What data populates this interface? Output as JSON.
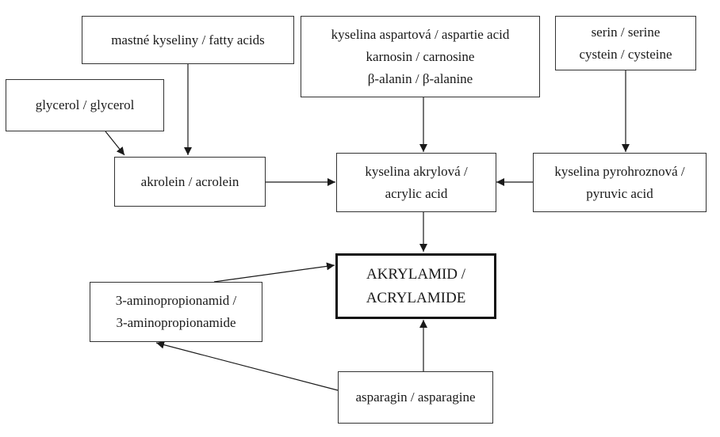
{
  "nodes": {
    "fatty_acids": {
      "lines": [
        "mastné kyseliny / fatty acids"
      ]
    },
    "aspartic": {
      "lines": [
        "kyselina aspartová / aspartie acid",
        "karnosin / carnosine",
        "β-alanin / β-alanine"
      ]
    },
    "serine": {
      "lines": [
        "serin / serine",
        "cystein / cysteine"
      ]
    },
    "glycerol": {
      "lines": [
        "glycerol / glycerol"
      ]
    },
    "acrolein": {
      "lines": [
        "akrolein / acrolein"
      ]
    },
    "acrylic": {
      "lines": [
        "kyselina akrylová /",
        "acrylic acid"
      ]
    },
    "pyruvic": {
      "lines": [
        "kyselina pyrohroznová /",
        "pyruvic acid"
      ]
    },
    "acrylamide": {
      "lines": [
        "AKRYLAMID /",
        "ACRYLAMIDE"
      ]
    },
    "aminoprop": {
      "lines": [
        "3-aminopropionamid /",
        "3-aminopropionamide"
      ]
    },
    "asparagine": {
      "lines": [
        "asparagin / asparagine"
      ]
    }
  },
  "edges": [
    {
      "from": "fatty_acids",
      "to": "acrolein"
    },
    {
      "from": "glycerol",
      "to": "acrolein"
    },
    {
      "from": "aspartic",
      "to": "acrylic"
    },
    {
      "from": "serine",
      "to": "pyruvic"
    },
    {
      "from": "acrolein",
      "to": "acrylic"
    },
    {
      "from": "pyruvic",
      "to": "acrylic"
    },
    {
      "from": "acrylic",
      "to": "acrylamide"
    },
    {
      "from": "aminoprop",
      "to": "acrylamide"
    },
    {
      "from": "asparagine",
      "to": "acrylamide"
    },
    {
      "from": "asparagine",
      "to": "aminoprop"
    }
  ]
}
